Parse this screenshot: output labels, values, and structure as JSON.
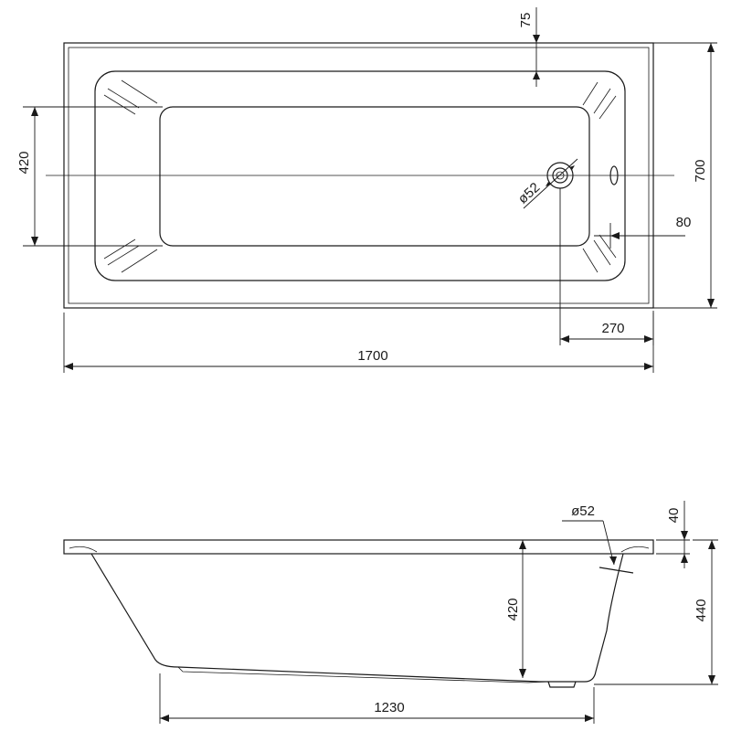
{
  "top_view": {
    "total_length": "1700",
    "total_width": "700",
    "rim_offset": "75",
    "floor_width": "420",
    "drain_diameter": "ø52",
    "overflow_offset": "80",
    "drain_offset": "270"
  },
  "side_view": {
    "overflow_diameter": "ø52",
    "rim_thickness": "40",
    "total_height": "440",
    "inner_depth": "420",
    "bottom_length": "1230"
  }
}
